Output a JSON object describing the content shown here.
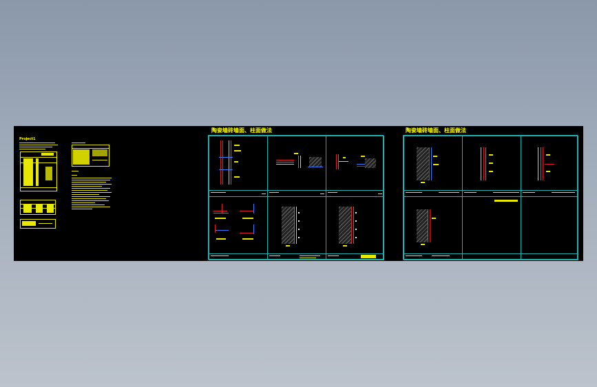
{
  "viewer": {
    "background_top": "#8a98aa",
    "background_bottom": "#bcc3cc",
    "canvas_color": "#000000",
    "frame_color": "#1fb2b2",
    "text_color": "#ffff00"
  },
  "sheets": {
    "notes": {
      "heading": "Project1"
    },
    "sheet1": {
      "title": "陶瓷墙砖墙面、柱面做法"
    },
    "sheet2": {
      "title": "陶瓷墙砖墙面、柱面做法"
    }
  }
}
